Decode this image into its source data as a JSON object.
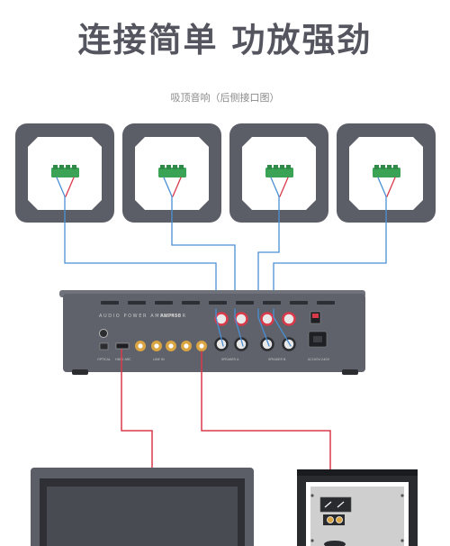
{
  "header": {
    "title": "连接简单 功放强劲",
    "subtitle": "吸顶音响（后侧接口图）"
  },
  "amplifier": {
    "brand_line": "AUDIO POWER AMPLIFIER",
    "model": "AMP450",
    "label_optical": "OPTICAL",
    "label_hdmi": "HDMI ARC",
    "label_line_in": "LINE IN",
    "label_zone_a": "SPEAKER A",
    "label_zone_b": "SPEAKER B",
    "label_power": "AC100V-240V"
  },
  "colors": {
    "speaker_frame": "#5b5e66",
    "amp_body": "#5f626b",
    "wire_blue": "#4a8fd4",
    "wire_red": "#d93a4a",
    "terminal_green": "#3aa356",
    "connector_gold": "#d9a441"
  },
  "icons": [
    "ceiling-speaker-icon",
    "power-switch-icon",
    "power-socket-icon"
  ]
}
